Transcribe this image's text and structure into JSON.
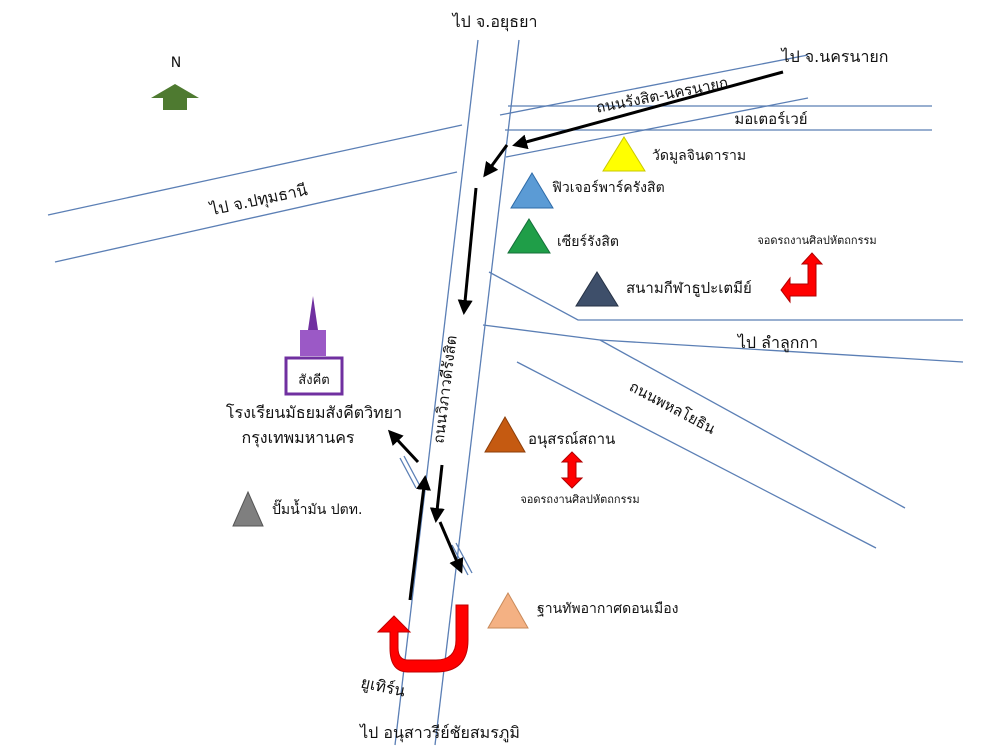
{
  "compass": {
    "label": "N",
    "color": "#4e7a30"
  },
  "destinations": {
    "north": "ไป จ.อยุธยา",
    "northeast": "ไป จ.นครนายก",
    "west": "ไป จ.ปทุมธานี",
    "east": "ไป ลำลูกกา",
    "south": "ไป อนุสาวรีย์ชัยสมรภูมิ"
  },
  "roads": {
    "rangsit_nakhon_nayok": "ถนนรังสิต-นครนายก",
    "motorway": "มอเตอร์เวย์",
    "vibhavadi": "ถนนวิภาวดีรังสิต",
    "phahonyothin": "ถนนพหลโยธิน",
    "road_color": "#5b7fb5"
  },
  "landmarks": [
    {
      "label": "วัดมูลจินดาราม",
      "color": "#ffff00"
    },
    {
      "label": "ฟิวเจอร์พาร์ครังสิต",
      "color": "#5b9bd5"
    },
    {
      "label": "เซียร์รังสิต",
      "color": "#1f9e48"
    },
    {
      "label": "สนามกีฬาธูปะเตมีย์",
      "color": "#3e4f6a"
    },
    {
      "label": "อนุสรณ์สถาน",
      "color": "#c55a11"
    },
    {
      "label": "ปั๊มน้ำมัน ปตท.",
      "color": "#7f7f7f"
    },
    {
      "label": "ฐานทัพอากาศดอนเมือง",
      "color": "#f4b183"
    }
  ],
  "parking": [
    {
      "label": "จอดรถงานศิลปหัตถกรรม"
    },
    {
      "label": "จอดรถงานศิลปหัตถกรรม"
    }
  ],
  "school": {
    "line1": "โรงเรียนมัธยมสังคีตวิทยา",
    "line2": "กรุงเทพมหานคร",
    "logo_text": "สังคีต",
    "logo_color": "#7030a0"
  },
  "uturn": {
    "label": "ยูเทิร์น",
    "color": "#ff0000"
  }
}
